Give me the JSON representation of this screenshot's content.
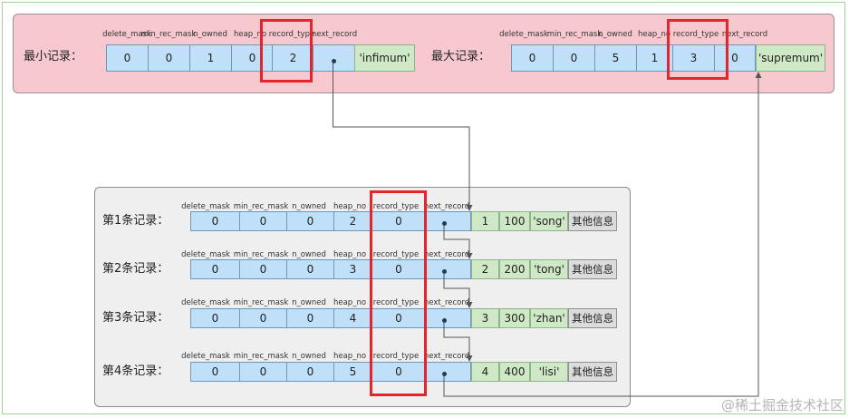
{
  "headers": [
    "delete_mask",
    "min_rec_mask",
    "n_owned",
    "heap_no",
    "record_type",
    "next_record"
  ],
  "infimum": {
    "label": "最小记录：",
    "values": [
      "0",
      "0",
      "1",
      "0",
      "2"
    ],
    "name": "'infimum'"
  },
  "supremum": {
    "label": "最大记录：",
    "values": [
      "0",
      "0",
      "5",
      "1",
      "3",
      "0"
    ],
    "name": "'supremum'"
  },
  "records": [
    {
      "label": "第1条记录：",
      "values": [
        "0",
        "0",
        "0",
        "2",
        "0"
      ],
      "id": "1",
      "num": "100",
      "name": "'song'",
      "extra": "其他信息"
    },
    {
      "label": "第2条记录：",
      "values": [
        "0",
        "0",
        "0",
        "3",
        "0"
      ],
      "id": "2",
      "num": "200",
      "name": "'tong'",
      "extra": "其他信息"
    },
    {
      "label": "第3条记录：",
      "values": [
        "0",
        "0",
        "0",
        "4",
        "0"
      ],
      "id": "3",
      "num": "300",
      "name": "'zhan'",
      "extra": "其他信息"
    },
    {
      "label": "第4条记录：",
      "values": [
        "0",
        "0",
        "0",
        "5",
        "0"
      ],
      "id": "4",
      "num": "400",
      "name": "'lisi'",
      "extra": "其他信息"
    }
  ],
  "colors": {
    "top_panel": "#f7c9ce",
    "cell_blue": "#bfe0f8",
    "cell_green": "#cfe8c6",
    "cell_gray": "#dcdcdc",
    "highlight": "#e4252b"
  },
  "watermark": "@稀土掘金技术社区"
}
